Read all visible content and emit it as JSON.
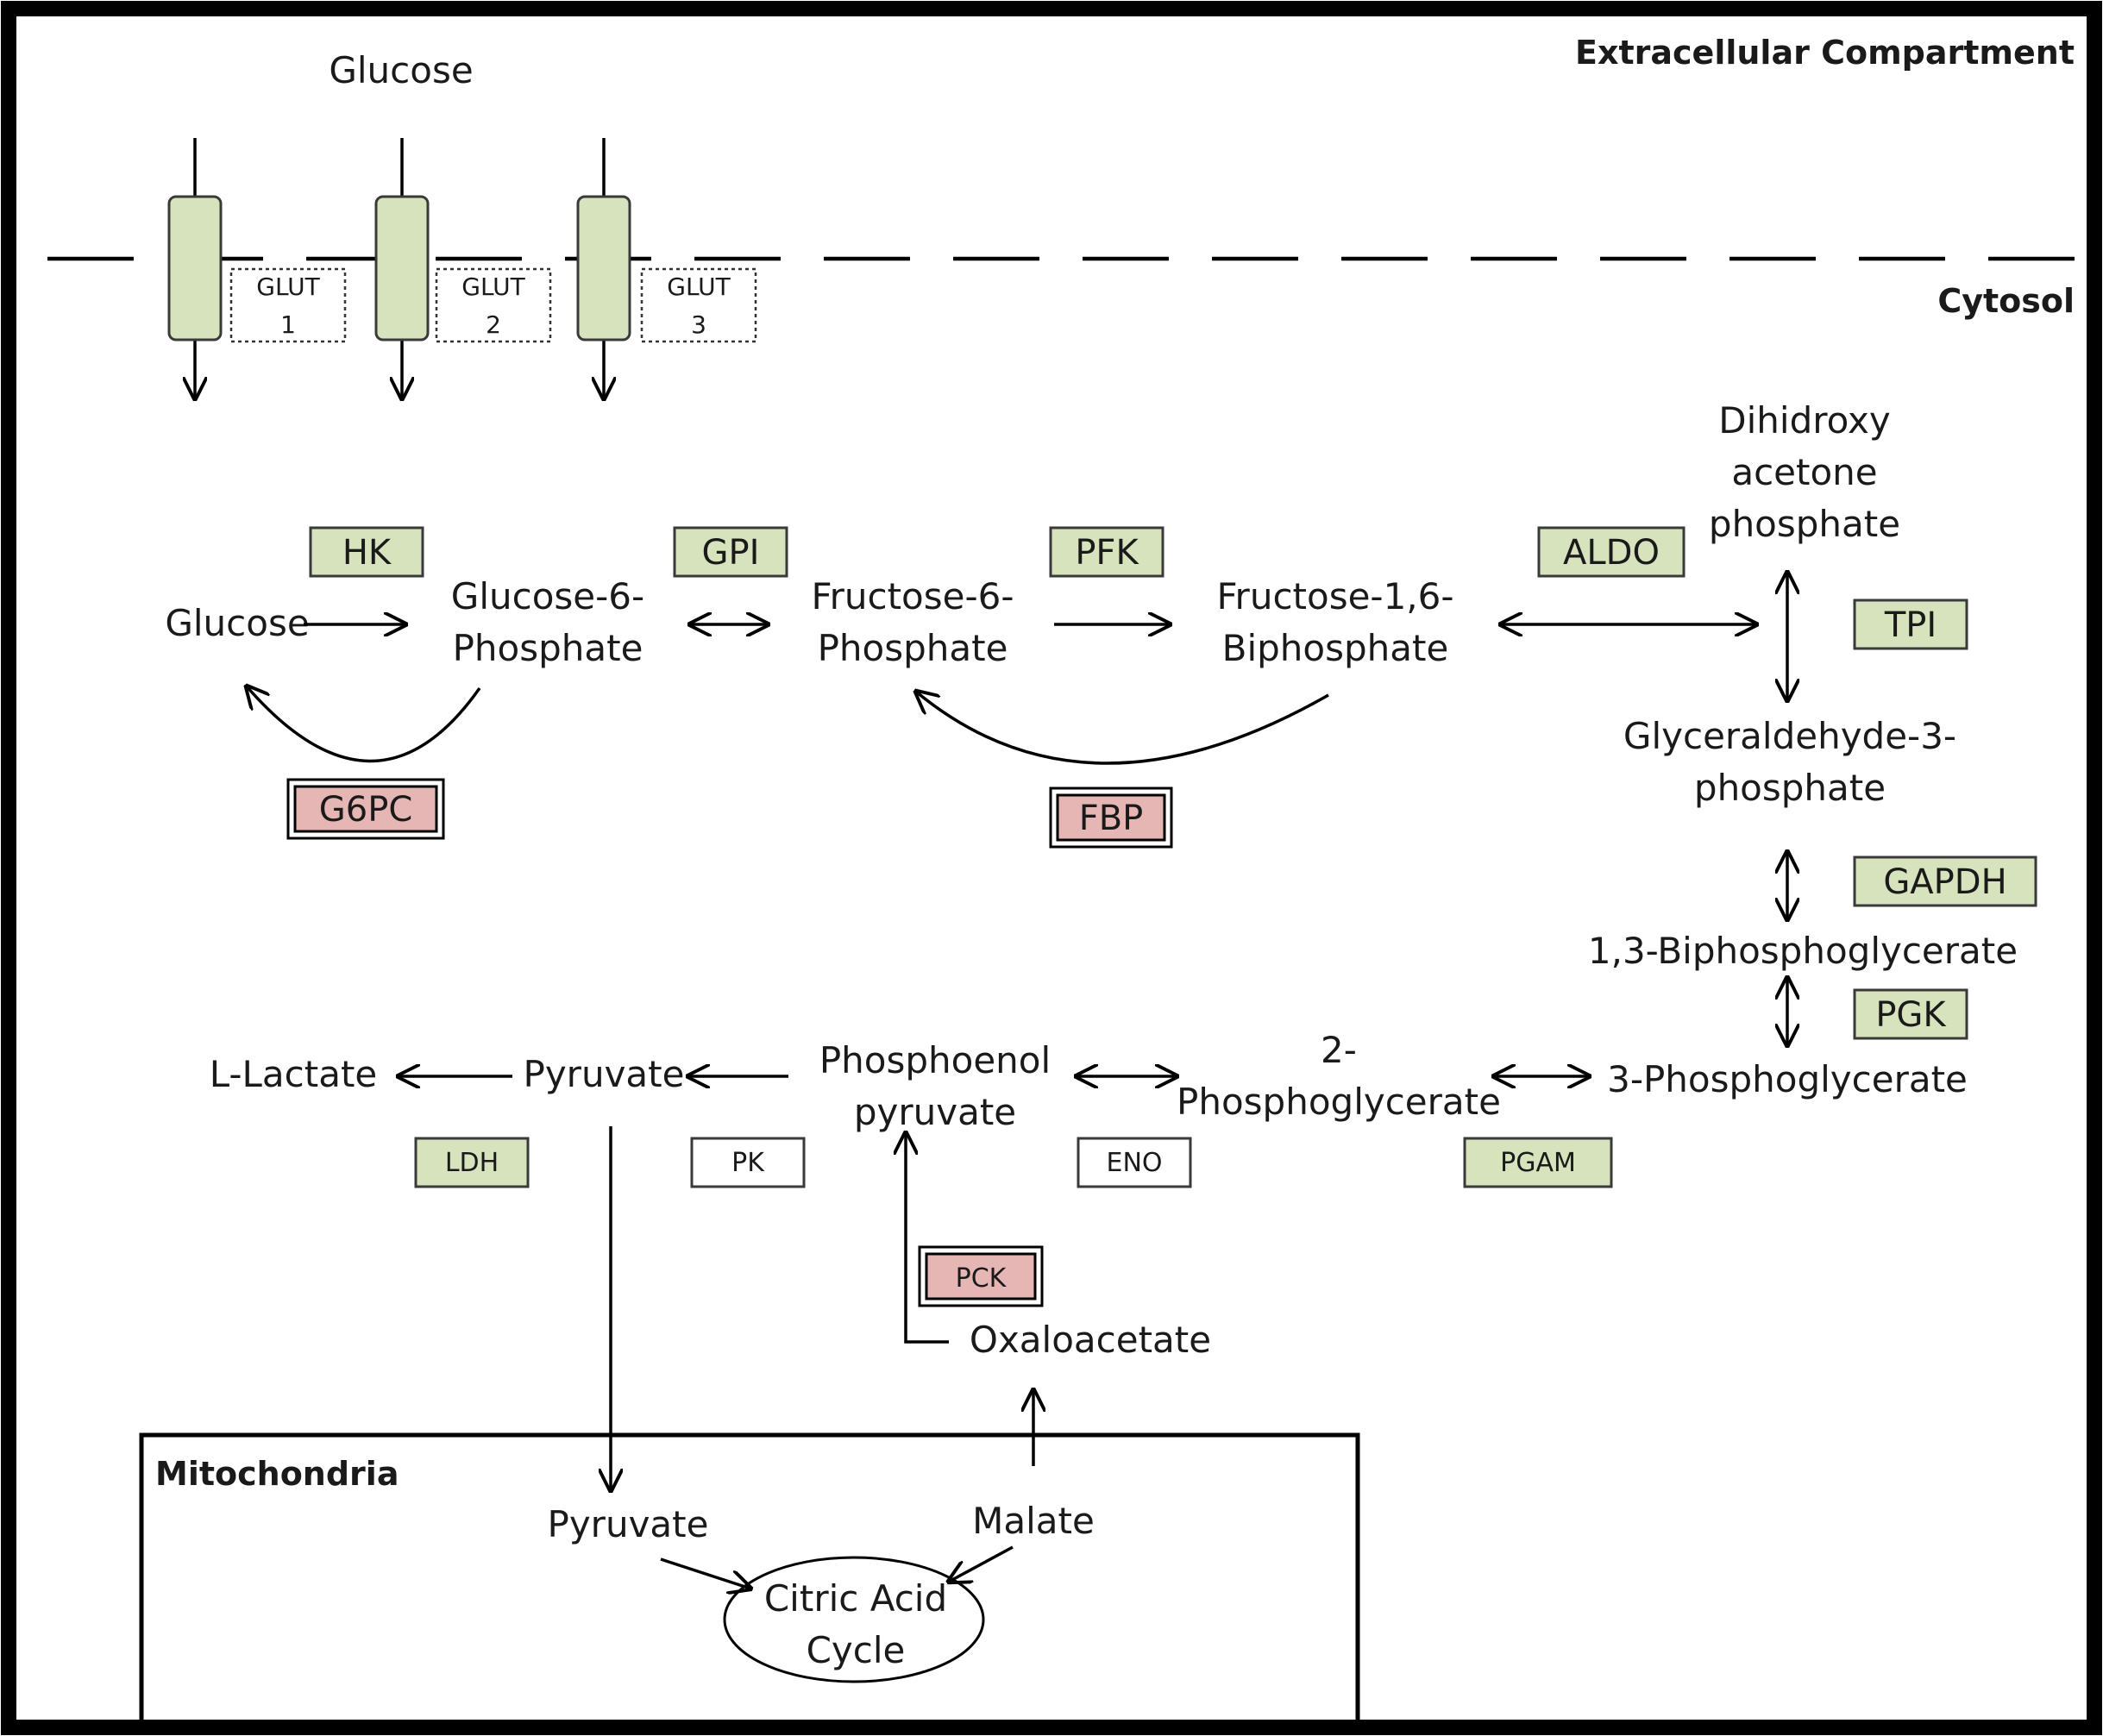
{
  "compartments": {
    "extracellular": "Extracellular Compartment",
    "cytosol": "Cytosol",
    "mitochondria": "Mitochondria"
  },
  "transporters": {
    "substrate": "Glucose",
    "glut1": [
      "GLUT",
      "1"
    ],
    "glut2": [
      "GLUT",
      "2"
    ],
    "glut3": [
      "GLUT",
      "3"
    ]
  },
  "metabolites": {
    "glucose": "Glucose",
    "glucose_6_phosphate": [
      "Glucose-6-",
      "Phosphate"
    ],
    "fructose_6_phosphate": [
      "Fructose-6-",
      "Phosphate"
    ],
    "fructose_1_6_biphosphate": [
      "Fructose-1,6-",
      "Biphosphate"
    ],
    "dihydroxyacetone_phosphate": [
      "Dihidroxy",
      "acetone",
      "phosphate"
    ],
    "glyceraldehyde_3_phosphate": [
      "Glyceraldehyde-3-",
      "phosphate"
    ],
    "bpg_1_3": "1,3-Biphosphoglycerate",
    "pg_3": "3-Phosphoglycerate",
    "pg_2": [
      "2-",
      "Phosphoglycerate"
    ],
    "pep": [
      "Phosphoenol",
      "pyruvate"
    ],
    "pyruvate": "Pyruvate",
    "lactate": "L-Lactate",
    "oxaloacetate": "Oxaloacetate",
    "mito_pyruvate": "Pyruvate",
    "malate": "Malate",
    "tca": [
      "Citric Acid",
      "Cycle"
    ]
  },
  "enzymes": {
    "hk": "HK",
    "gpi": "GPI",
    "pfk": "PFK",
    "aldo": "ALDO",
    "tpi": "TPI",
    "gapdh": "GAPDH",
    "pgk": "PGK",
    "pgam": "PGAM",
    "eno": "ENO",
    "pk": "PK",
    "ldh": "LDH",
    "g6pc": "G6PC",
    "fbp": "FBP",
    "pck": "PCK"
  },
  "colors": {
    "enzyme_green": "#d6e3bc",
    "enzyme_red": "#e6b6b4",
    "transporter_green": "#d6e3bc"
  }
}
